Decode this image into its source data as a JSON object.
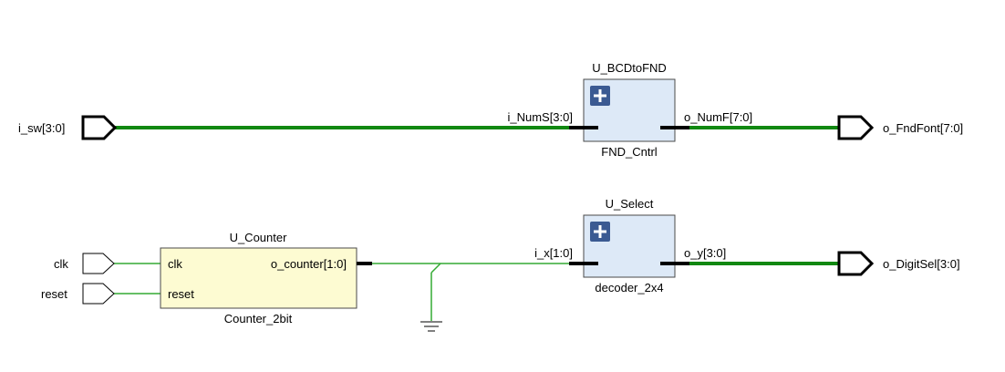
{
  "colors": {
    "bus_wire": "#118811",
    "net_wire": "#33aa33",
    "module_fill": "#dde9f7",
    "module_stroke": "#4a4a4a",
    "leaf_fill": "#fdfbd2",
    "expand_button": "#3b5a92",
    "port_stroke": "#000000",
    "label": "#000000"
  },
  "ports": {
    "i_sw": "i_sw[3:0]",
    "clk": "clk",
    "reset": "reset",
    "o_fndfont": "o_FndFont[7:0]",
    "o_digitsel": "o_DigitSel[3:0]"
  },
  "bcd_to_fnd": {
    "instance": "U_BCDtoFND",
    "module": "FND_Cntrl",
    "input_pin": "i_NumS[3:0]",
    "output_pin": "o_NumF[7:0]",
    "expand_icon": "plus-icon"
  },
  "select": {
    "instance": "U_Select",
    "module": "decoder_2x4",
    "input_pin": "i_x[1:0]",
    "output_pin": "o_y[3:0]",
    "expand_icon": "plus-icon"
  },
  "counter": {
    "instance": "U_Counter",
    "module": "Counter_2bit",
    "clk_pin": "clk",
    "reset_pin": "reset",
    "output_pin": "o_counter[1:0]"
  },
  "ground_icon": "ground-icon"
}
